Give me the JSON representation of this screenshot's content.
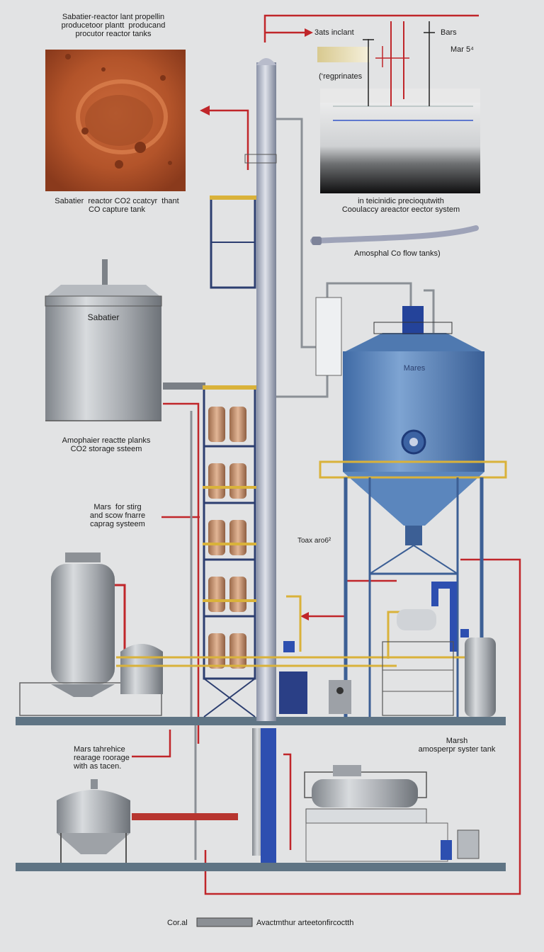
{
  "labels": {
    "title_top": "Sabatier-reactor lant propellin\nproducetoor plantt  producand\nprocutor reactor tanks",
    "mars_caption": "Sabatier  reactor CO2 ccatcyr  thant\nCO capture tank",
    "inset_lbl_1": "3ats inclant",
    "inset_lbl_2": "Bars",
    "inset_lbl_3": "Mar 5⁴",
    "inset_lbl_4": "(‘regprinates",
    "inset_caption": "in teicinidic precioqutwith\nCooulaccy areactor eector system",
    "flow_caption": "Amosphal Co flow tanks)",
    "left_tank_name": "Sabatier",
    "left_tank_caption": "Amophaier reactte planks\nCO2 storage ssteem",
    "mars_storing": "Mars  for stirg\nand scow fnarre\ncaprag systeem",
    "toax": "Toax aro6²",
    "blue_tank_name": "Mares",
    "marsh_lbl": "Marsh\namosperpr syster tank",
    "storage_lbl": "Mars tahrehice\nrearage roorage\nwith as tacen.",
    "legend_left": "Cor.al",
    "legend_right": "Avactmthur arteetonfircoctth"
  },
  "colors": {
    "background": "#e2e3e4",
    "mars_surface": "#b3542a",
    "pipe_red": "#c0262a",
    "pipe_blue": "#1f3fa8",
    "tank_blue": "#5b86bd",
    "railing_yellow": "#d9b23a",
    "steel": "#9ea2a7"
  },
  "icons": [
    "mars-crater-image",
    "valve-wheel-icon",
    "arrow-icon"
  ]
}
